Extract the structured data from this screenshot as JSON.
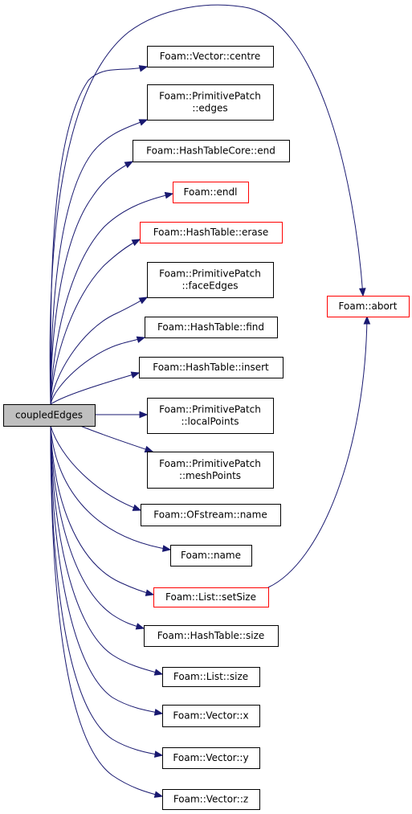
{
  "graph": {
    "root": {
      "label": "coupledEdges",
      "colors": {
        "fill": "#bfbfbf",
        "border": "#000000"
      }
    },
    "colors": {
      "edge": "#191970",
      "normal_border": "#000000",
      "truncated_border": "#ff0000"
    },
    "nodes": [
      {
        "id": "centre",
        "lines": [
          "Foam::Vector::centre"
        ],
        "truncated": false
      },
      {
        "id": "edges",
        "lines": [
          "Foam::PrimitivePatch",
          "::edges"
        ],
        "truncated": false
      },
      {
        "id": "end",
        "lines": [
          "Foam::HashTableCore::end"
        ],
        "truncated": false
      },
      {
        "id": "endl",
        "lines": [
          "Foam::endl"
        ],
        "truncated": true
      },
      {
        "id": "erase",
        "lines": [
          "Foam::HashTable::erase"
        ],
        "truncated": true
      },
      {
        "id": "faceEdges",
        "lines": [
          "Foam::PrimitivePatch",
          "::faceEdges"
        ],
        "truncated": false
      },
      {
        "id": "find",
        "lines": [
          "Foam::HashTable::find"
        ],
        "truncated": false
      },
      {
        "id": "insert",
        "lines": [
          "Foam::HashTable::insert"
        ],
        "truncated": false
      },
      {
        "id": "localPoints",
        "lines": [
          "Foam::PrimitivePatch",
          "::localPoints"
        ],
        "truncated": false
      },
      {
        "id": "meshPoints",
        "lines": [
          "Foam::PrimitivePatch",
          "::meshPoints"
        ],
        "truncated": false
      },
      {
        "id": "ofname",
        "lines": [
          "Foam::OFstream::name"
        ],
        "truncated": false
      },
      {
        "id": "name",
        "lines": [
          "Foam::name"
        ],
        "truncated": false
      },
      {
        "id": "setSize",
        "lines": [
          "Foam::List::setSize"
        ],
        "truncated": true
      },
      {
        "id": "htsize",
        "lines": [
          "Foam::HashTable::size"
        ],
        "truncated": false
      },
      {
        "id": "listsize",
        "lines": [
          "Foam::List::size"
        ],
        "truncated": false
      },
      {
        "id": "x",
        "lines": [
          "Foam::Vector::x"
        ],
        "truncated": false
      },
      {
        "id": "y",
        "lines": [
          "Foam::Vector::y"
        ],
        "truncated": false
      },
      {
        "id": "z",
        "lines": [
          "Foam::Vector::z"
        ],
        "truncated": false
      },
      {
        "id": "abort",
        "lines": [
          "Foam::abort"
        ],
        "truncated": true
      }
    ],
    "edges": [
      [
        "root",
        "centre"
      ],
      [
        "root",
        "edges"
      ],
      [
        "root",
        "end"
      ],
      [
        "root",
        "endl"
      ],
      [
        "root",
        "erase"
      ],
      [
        "root",
        "faceEdges"
      ],
      [
        "root",
        "find"
      ],
      [
        "root",
        "insert"
      ],
      [
        "root",
        "localPoints"
      ],
      [
        "root",
        "meshPoints"
      ],
      [
        "root",
        "ofname"
      ],
      [
        "root",
        "name"
      ],
      [
        "root",
        "setSize"
      ],
      [
        "root",
        "htsize"
      ],
      [
        "root",
        "listsize"
      ],
      [
        "root",
        "x"
      ],
      [
        "root",
        "y"
      ],
      [
        "root",
        "z"
      ],
      [
        "root",
        "abort"
      ],
      [
        "setSize",
        "abort"
      ]
    ]
  }
}
